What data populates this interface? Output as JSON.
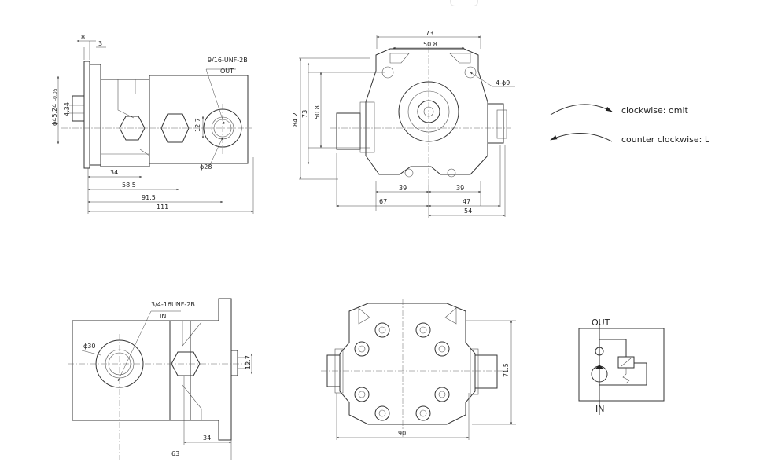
{
  "view1": {
    "dims": {
      "d8": "8",
      "d3": "3",
      "d34": "34",
      "d58_5": "58.5",
      "d91_5": "91.5",
      "d111": "111",
      "d12_7": "12.7",
      "dphi28": "ϕ28",
      "dshaft": "ϕ45.24",
      "dshaft_tol": "-0.05",
      "d4_34": "4.34"
    },
    "port_note": {
      "thread": "9/16-UNF-2B",
      "label": "OUT"
    }
  },
  "view2": {
    "dims": {
      "d73_top": "73",
      "d50_8_top": "50.8",
      "d4phi9": "4-ϕ9",
      "d84_2": "84.2",
      "d73_side": "73",
      "d50_8_side": "50.8",
      "d39_l": "39",
      "d39_r": "39",
      "d67": "67",
      "d47": "47",
      "d54": "54"
    }
  },
  "view3": {
    "dims": {
      "dphi30": "ϕ30",
      "d12_7": "12.7",
      "d34": "34",
      "d63": "63"
    },
    "port_note": {
      "thread": "3/4-16UNF-2B",
      "label": "IN"
    }
  },
  "view4": {
    "dims": {
      "d90": "90",
      "d71_5": "71.5"
    }
  },
  "rotation_legend": {
    "clockwise": "clockwise: omit",
    "counter_clockwise": "counter clockwise: L"
  },
  "hydraulic_symbol": {
    "out": "OUT",
    "in": "IN"
  }
}
